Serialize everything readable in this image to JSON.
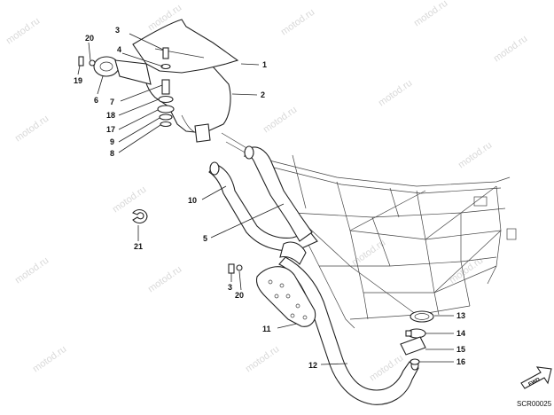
{
  "watermark": "motod.ru",
  "drawing_code": "SCR00025",
  "fwd_label": "FWD",
  "callouts": {
    "c1": "1",
    "c2": "2",
    "c3a": "3",
    "c3b": "3",
    "c4": "4",
    "c5": "5",
    "c6": "6",
    "c7": "7",
    "c8": "8",
    "c9": "9",
    "c10": "10",
    "c11": "11",
    "c12": "12",
    "c13": "13",
    "c14": "14",
    "c15": "15",
    "c16": "16",
    "c17": "17",
    "c18": "18",
    "c19": "19",
    "c20a": "20",
    "c20b": "20",
    "c21": "21"
  }
}
